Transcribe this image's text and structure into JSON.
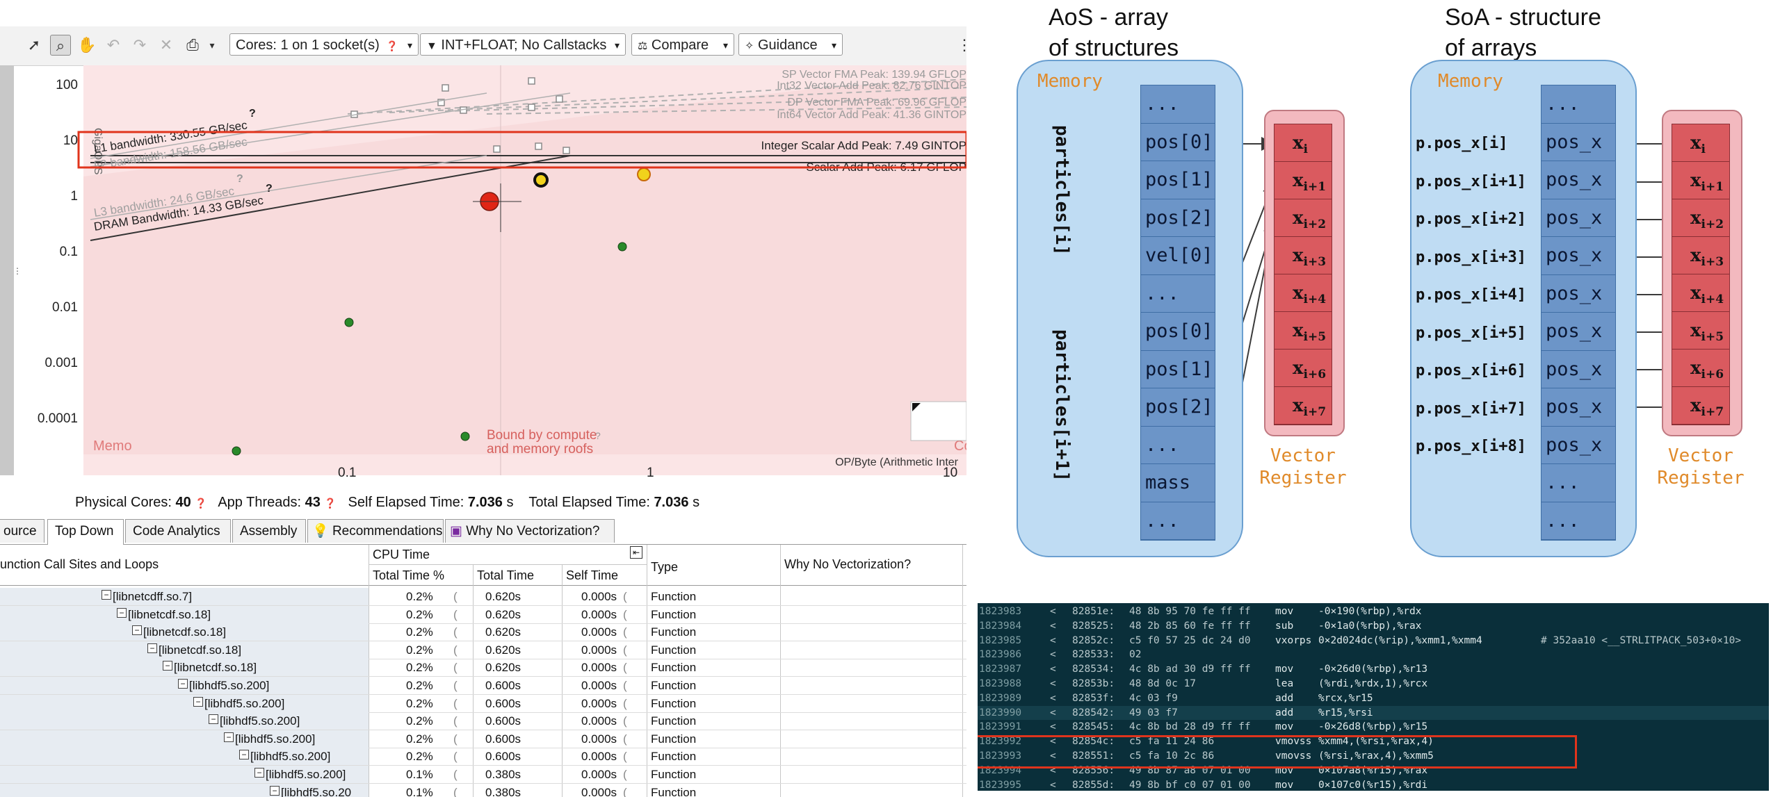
{
  "toolbar": {
    "cores": "Cores:  1 on 1 socket(s)",
    "filter": "INT+FLOAT; No Callstacks",
    "compare": "Compare",
    "guidance": "Guidance"
  },
  "roofline": {
    "yaxis_label": "GigaOPS",
    "xaxis_label": "OP/Byte (Arithmetic Inter",
    "y_ticks": [
      "100",
      "10",
      "1",
      "0.1",
      "0.01",
      "0.001",
      "0.0001"
    ],
    "x_ticks": [
      "0.1",
      "1",
      "10"
    ],
    "roofs": [
      "SP Vector FMA Peak: 139.94 GFLOP",
      "Int32 Vector Add Peak: 82.76 GINTOP",
      "DP Vector FMA Peak: 69.96 GFLOP",
      "Int64 Vector Add Peak: 41.36 GINTOP",
      "Integer Scalar Add Peak: 7.49 GINTOP",
      "Scalar Add Peak: 6.17 GFLOP"
    ],
    "bandwidths": [
      "L1 bandwidth: 330.55 GB/sec",
      "L2 bandwidth: 158.56 GB/sec",
      "L3 bandwidth: 24.6 GB/sec",
      "DRAM Bandwidth: 14.33 GB/sec"
    ],
    "region_memory": "Memo",
    "region_compute": "Co",
    "bound_note_1": "Bound by compute",
    "bound_note_2": "and memory roofs",
    "question_mark": "?"
  },
  "status": {
    "physical_cores_label": "Physical Cores:",
    "physical_cores": "40",
    "app_threads_label": "App Threads:",
    "app_threads": "43",
    "self_elapsed_label": "Self Elapsed Time:",
    "self_elapsed": "7.036",
    "total_elapsed_label": "Total Elapsed Time:",
    "total_elapsed": "7.036",
    "unit": "s"
  },
  "tabs": [
    "ource",
    "Top Down",
    "Code Analytics",
    "Assembly",
    "Recommendations",
    "Why No Vectorization?"
  ],
  "grid": {
    "col_function": "unction Call Sites and Loops",
    "col_cpu_time": "CPU Time",
    "col_total_pct": "Total Time %",
    "col_total": "Total Time",
    "col_self": "Self Time",
    "col_type": "Type",
    "col_why": "Why No Vectorization?",
    "rows": [
      {
        "name": "[libnetcdff.so.7]",
        "pct": "0.2%",
        "total": "0.620s",
        "self": "0.000s",
        "type": "Function"
      },
      {
        "name": "[libnetcdf.so.18]",
        "pct": "0.2%",
        "total": "0.620s",
        "self": "0.000s",
        "type": "Function"
      },
      {
        "name": "[libnetcdf.so.18]",
        "pct": "0.2%",
        "total": "0.620s",
        "self": "0.000s",
        "type": "Function"
      },
      {
        "name": "[libnetcdf.so.18]",
        "pct": "0.2%",
        "total": "0.620s",
        "self": "0.000s",
        "type": "Function"
      },
      {
        "name": "[libnetcdf.so.18]",
        "pct": "0.2%",
        "total": "0.620s",
        "self": "0.000s",
        "type": "Function"
      },
      {
        "name": "[libhdf5.so.200]",
        "pct": "0.2%",
        "total": "0.600s",
        "self": "0.000s",
        "type": "Function"
      },
      {
        "name": "[libhdf5.so.200]",
        "pct": "0.2%",
        "total": "0.600s",
        "self": "0.000s",
        "type": "Function"
      },
      {
        "name": "[libhdf5.so.200]",
        "pct": "0.2%",
        "total": "0.600s",
        "self": "0.000s",
        "type": "Function"
      },
      {
        "name": "[libhdf5.so.200]",
        "pct": "0.2%",
        "total": "0.600s",
        "self": "0.000s",
        "type": "Function"
      },
      {
        "name": "[libhdf5.so.200]",
        "pct": "0.2%",
        "total": "0.600s",
        "self": "0.000s",
        "type": "Function"
      },
      {
        "name": "[libhdf5.so.200]",
        "pct": "0.1%",
        "total": "0.380s",
        "self": "0.000s",
        "type": "Function"
      },
      {
        "name": "[libhdf5.so.20",
        "pct": "0.1%",
        "total": "0.380s",
        "self": "0.000s",
        "type": "Function"
      }
    ]
  },
  "diagram": {
    "aos_title_1": "AoS - array",
    "aos_title_2": "of structures",
    "soa_title_1": "SoA - structure",
    "soa_title_2": "of arrays",
    "memory_label": "Memory",
    "vector_label_1": "Vector",
    "vector_label_2": "Register",
    "particles_i": "particles[i]",
    "particles_i1": "particles[i+1]",
    "aos_cells": [
      "...",
      "pos[0]",
      "pos[1]",
      "pos[2]",
      "vel[0]",
      "...",
      "pos[0]",
      "pos[1]",
      "pos[2]",
      "...",
      "mass",
      "..."
    ],
    "soa_cells": [
      "...",
      "pos_x",
      "pos_x",
      "pos_x",
      "pos_x",
      "pos_x",
      "pos_x",
      "pos_x",
      "pos_x",
      "pos_x",
      "...",
      "..."
    ],
    "soa_labels": [
      "p.pos_x[i]",
      "p.pos_x[i+1]",
      "p.pos_x[i+2]",
      "p.pos_x[i+3]",
      "p.pos_x[i+4]",
      "p.pos_x[i+5]",
      "p.pos_x[i+6]",
      "p.pos_x[i+7]",
      "p.pos_x[i+8]"
    ],
    "reg_var": "x",
    "reg_subs": [
      "i",
      "i+1",
      "i+2",
      "i+3",
      "i+4",
      "i+5",
      "i+6",
      "i+7"
    ]
  },
  "disasm": {
    "lines": [
      {
        "n": "1823983",
        "addr": "82851e:",
        "bytes": "48 8b 95 70 fe ff ff",
        "op": "mov",
        "args": "-0×190(%rbp),%rdx",
        "cmt": ""
      },
      {
        "n": "1823984",
        "addr": "828525:",
        "bytes": "48 2b 85 60 fe ff ff",
        "op": "sub",
        "args": "-0×1a0(%rbp),%rax",
        "cmt": ""
      },
      {
        "n": "1823985",
        "addr": "82852c:",
        "bytes": "c5 f0 57 25 dc 24 d0",
        "op": "vxorps",
        "args": "0×2d024dc(%rip),%xmm1,%xmm4",
        "cmt": "# 352aa10 <__STRLITPACK_503+0×10>"
      },
      {
        "n": "1823986",
        "addr": "828533:",
        "bytes": "02",
        "op": "",
        "args": "",
        "cmt": ""
      },
      {
        "n": "1823987",
        "addr": "828534:",
        "bytes": "4c 8b ad 30 d9 ff ff",
        "op": "mov",
        "args": "-0×26d0(%rbp),%r13",
        "cmt": ""
      },
      {
        "n": "1823988",
        "addr": "82853b:",
        "bytes": "48 8d 0c 17",
        "op": "lea",
        "args": "(%rdi,%rdx,1),%rcx",
        "cmt": ""
      },
      {
        "n": "1823989",
        "addr": "82853f:",
        "bytes": "4c 03 f9",
        "op": "add",
        "args": "%rcx,%r15",
        "cmt": ""
      },
      {
        "n": "1823990",
        "addr": "828542:",
        "bytes": "49 03 f7",
        "op": "add",
        "args": "%r15,%rsi",
        "cmt": ""
      },
      {
        "n": "1823991",
        "addr": "828545:",
        "bytes": "4c 8b bd 28 d9 ff ff",
        "op": "mov",
        "args": "-0×26d8(%rbp),%r15",
        "cmt": ""
      },
      {
        "n": "1823992",
        "addr": "82854c:",
        "bytes": "c5 fa 11 24 86",
        "op": "vmovss",
        "args": "%xmm4,(%rsi,%rax,4)",
        "cmt": ""
      },
      {
        "n": "1823993",
        "addr": "828551:",
        "bytes": "c5 fa 10 2c 86",
        "op": "vmovss",
        "args": "(%rsi,%rax,4),%xmm5",
        "cmt": ""
      },
      {
        "n": "1823994",
        "addr": "828556:",
        "bytes": "49 8b 87 a8 07 01 00",
        "op": "mov",
        "args": "0×107a8(%r15),%rax",
        "cmt": ""
      },
      {
        "n": "1823995",
        "addr": "82855d:",
        "bytes": "49 8b bf c0 07 01 00",
        "op": "mov",
        "args": "0×107c0(%r15),%rdi",
        "cmt": ""
      }
    ],
    "prefix": "<"
  },
  "colors": {
    "highlight_box": "#e0341c",
    "memory_text": "#e08a2a",
    "memory_fill": "#bfdcf3",
    "cell_fill": "#6c95c8",
    "register_fill": "#da5a5f",
    "disasm_bg": "#0a2f3a"
  }
}
